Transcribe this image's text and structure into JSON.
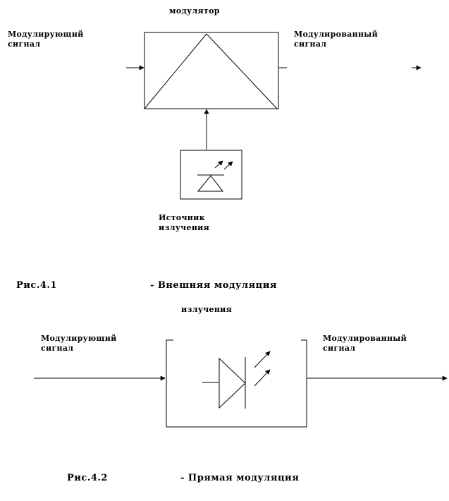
{
  "fig1": {
    "modulator_label": "модулятор",
    "input_label_line1": "Модулирующий",
    "input_label_line2": "сигнал",
    "output_label_line1": "Модулированный",
    "output_label_line2": "сигнал",
    "source_label_line1": "Источник",
    "source_label_line2": "излучения",
    "caption_number": "Рис.4.1",
    "caption_text": "- Внешняя модуляция"
  },
  "fig2": {
    "top_label": "излучения",
    "input_label_line1": "Модулирующий",
    "input_label_line2": "сигнал",
    "output_label_line1": "Модулированный",
    "output_label_line2": "сигнал",
    "caption_number": "Рис.4.2",
    "caption_text": "- Прямая модуляция"
  }
}
